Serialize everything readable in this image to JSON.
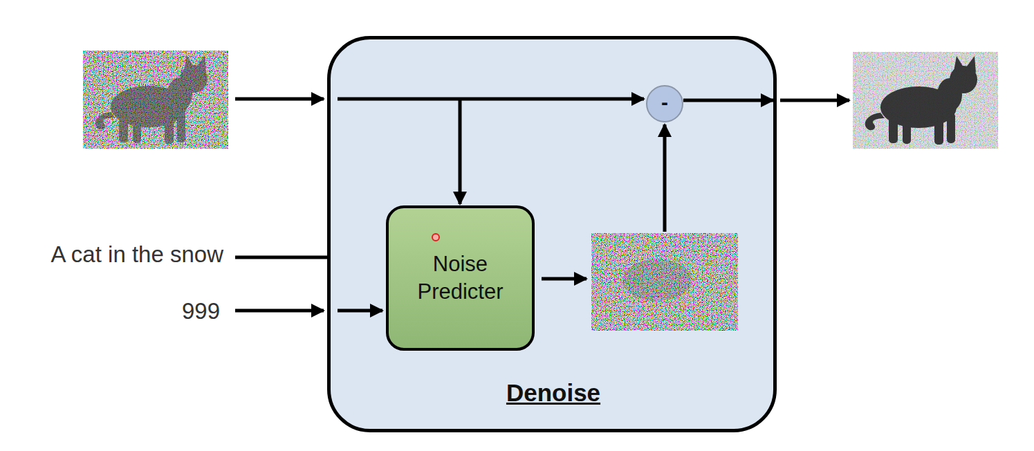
{
  "diagram": {
    "nodes": [
      {
        "text": [
          "Denoise"
        ]
      },
      {
        "text": [
          "Noise Predicter"
        ],
        "in": 0
      },
      {
        "text": [
          "-"
        ],
        "in": 0
      }
    ],
    "labels": [
      "A cat in the snow",
      "999"
    ]
  }
}
